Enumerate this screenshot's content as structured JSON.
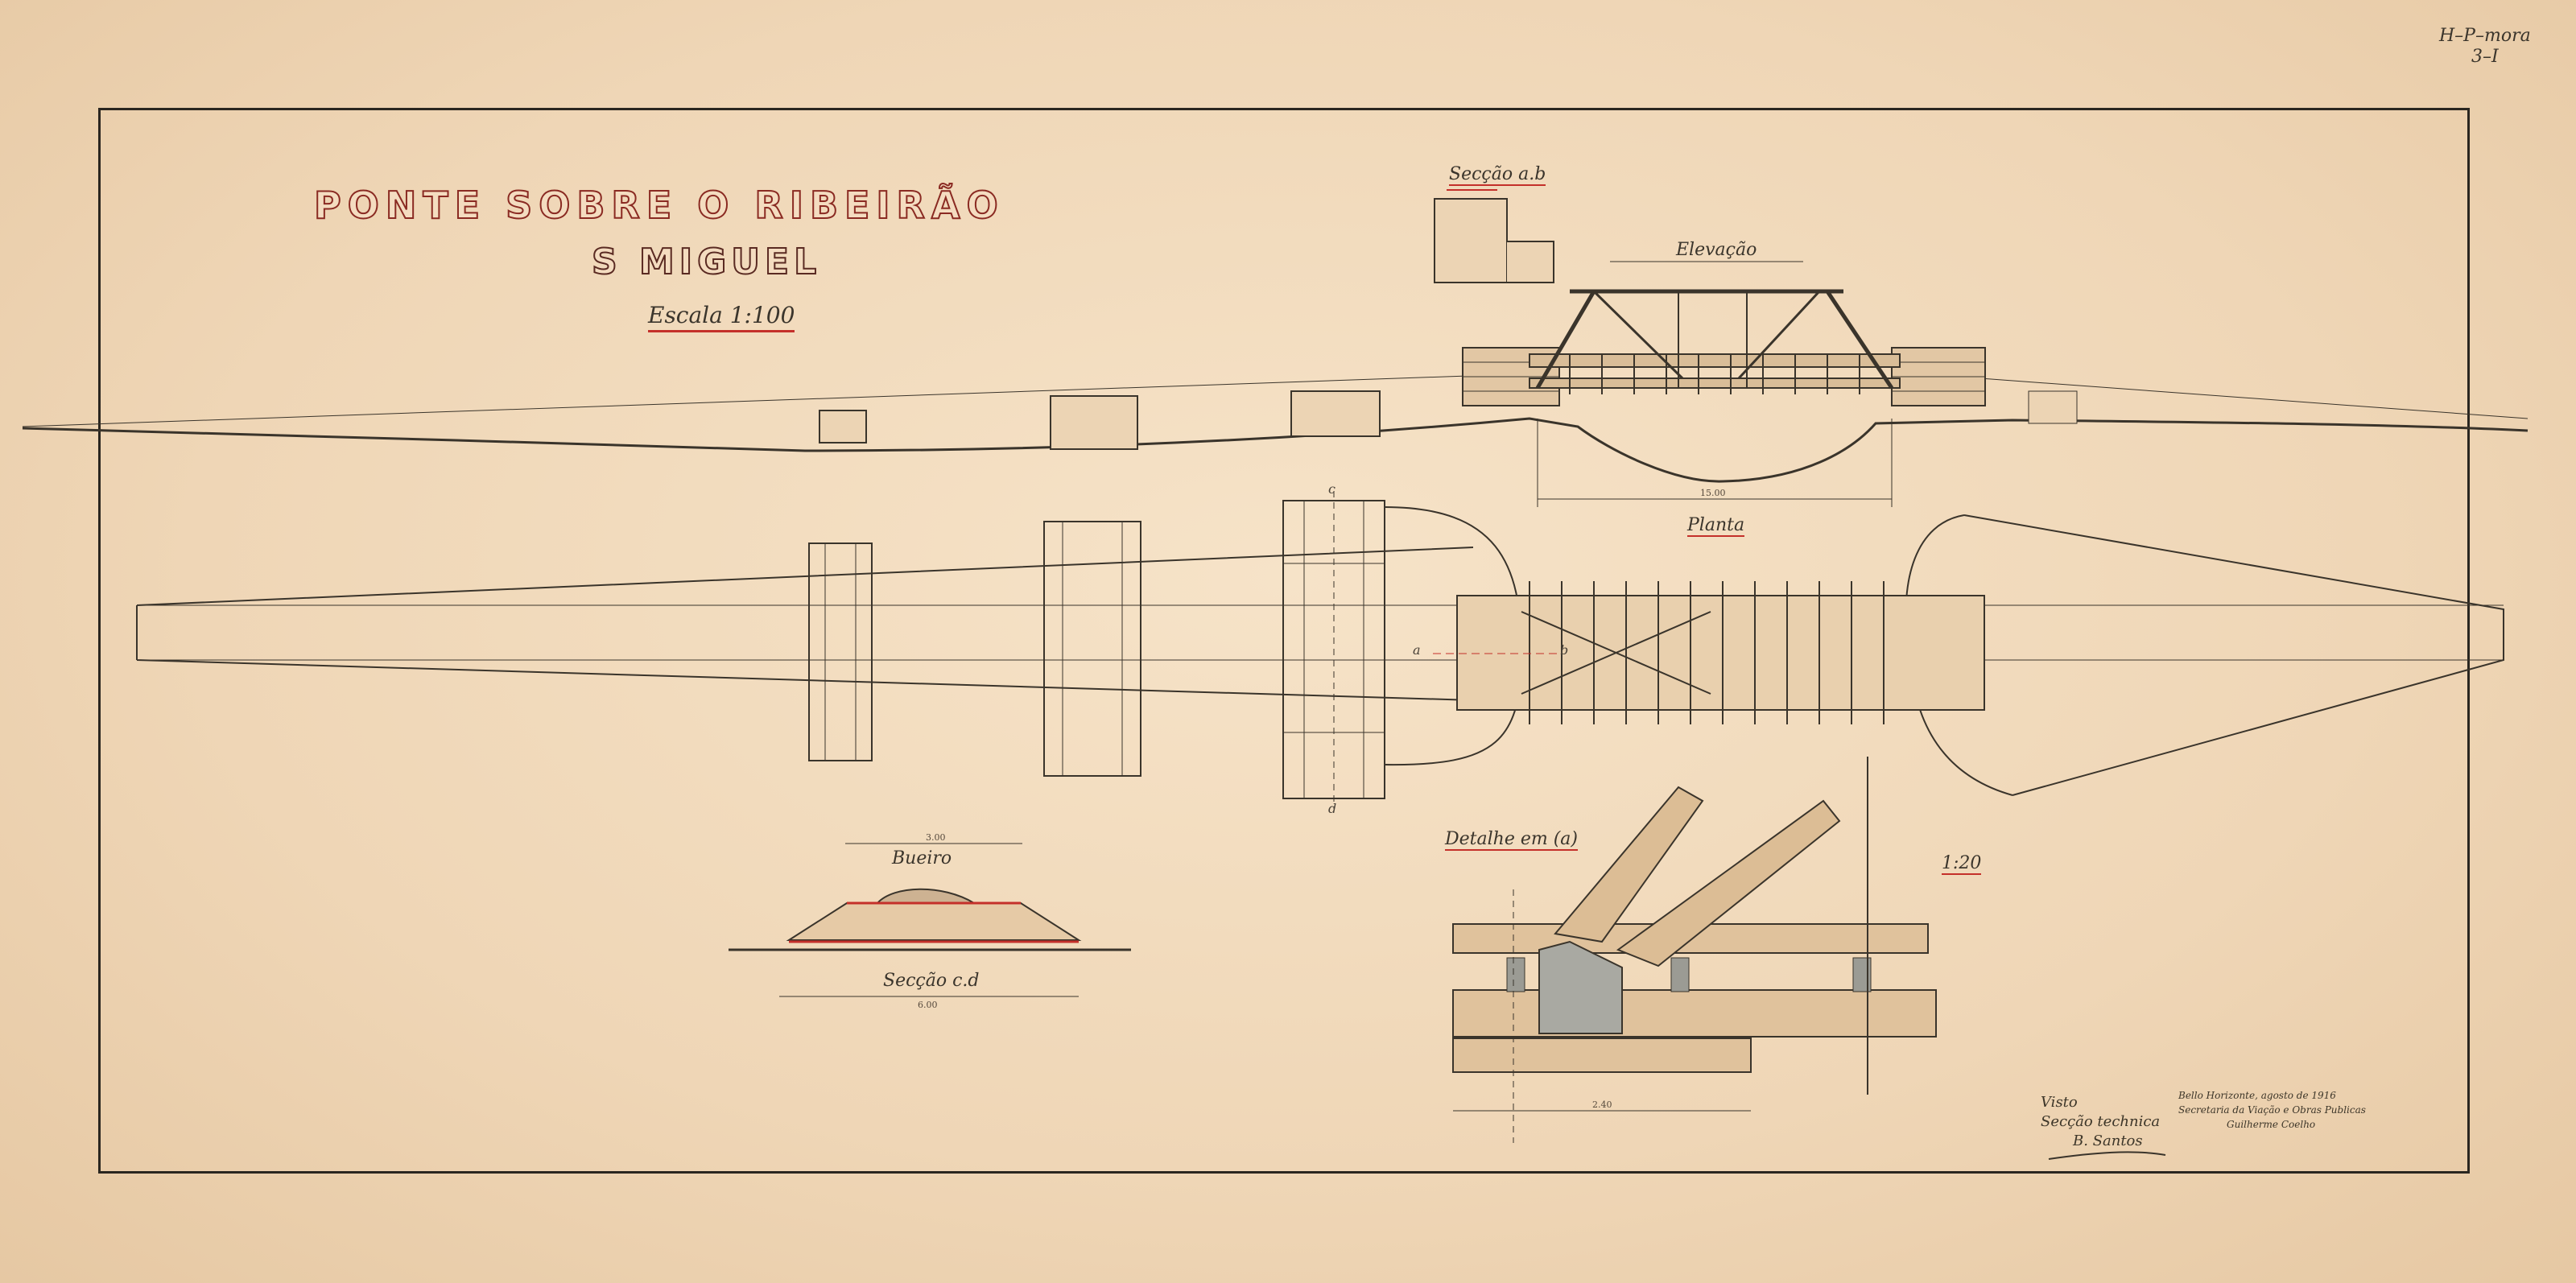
{
  "sheet": {
    "ref_top": "H–P–mora",
    "ref_bottom": "3–I"
  },
  "title": {
    "line1": "PONTE SOBRE O RIBEIRÃO",
    "line2": "S MIGUEL",
    "scale": "Escala 1:100"
  },
  "labels": {
    "seccao_ab": "Secção a.b",
    "elevacao": "Elevação",
    "planta": "Planta",
    "bueiro": "Bueiro",
    "seccao_cd": "Secção c.d",
    "detalhe": "Detalhe em (a)",
    "detalhe_scale": "1:20",
    "plan_a": "a",
    "plan_b": "b",
    "cut_c": "c",
    "cut_d": "d"
  },
  "dimensions": {
    "bueiro_top": "3.00",
    "bueiro_bottom": "6.00",
    "span": "15.00",
    "detail_base": "2.40"
  },
  "signatures": {
    "left_line1": "Visto",
    "left_line2": "Secção technica",
    "left_sign": "B. Santos",
    "right_line1": "Bello Horizonte, agosto de 1916",
    "right_line2": "Secretaria da Viação e Obras Publicas",
    "right_line3": "Guilherme Coelho"
  }
}
